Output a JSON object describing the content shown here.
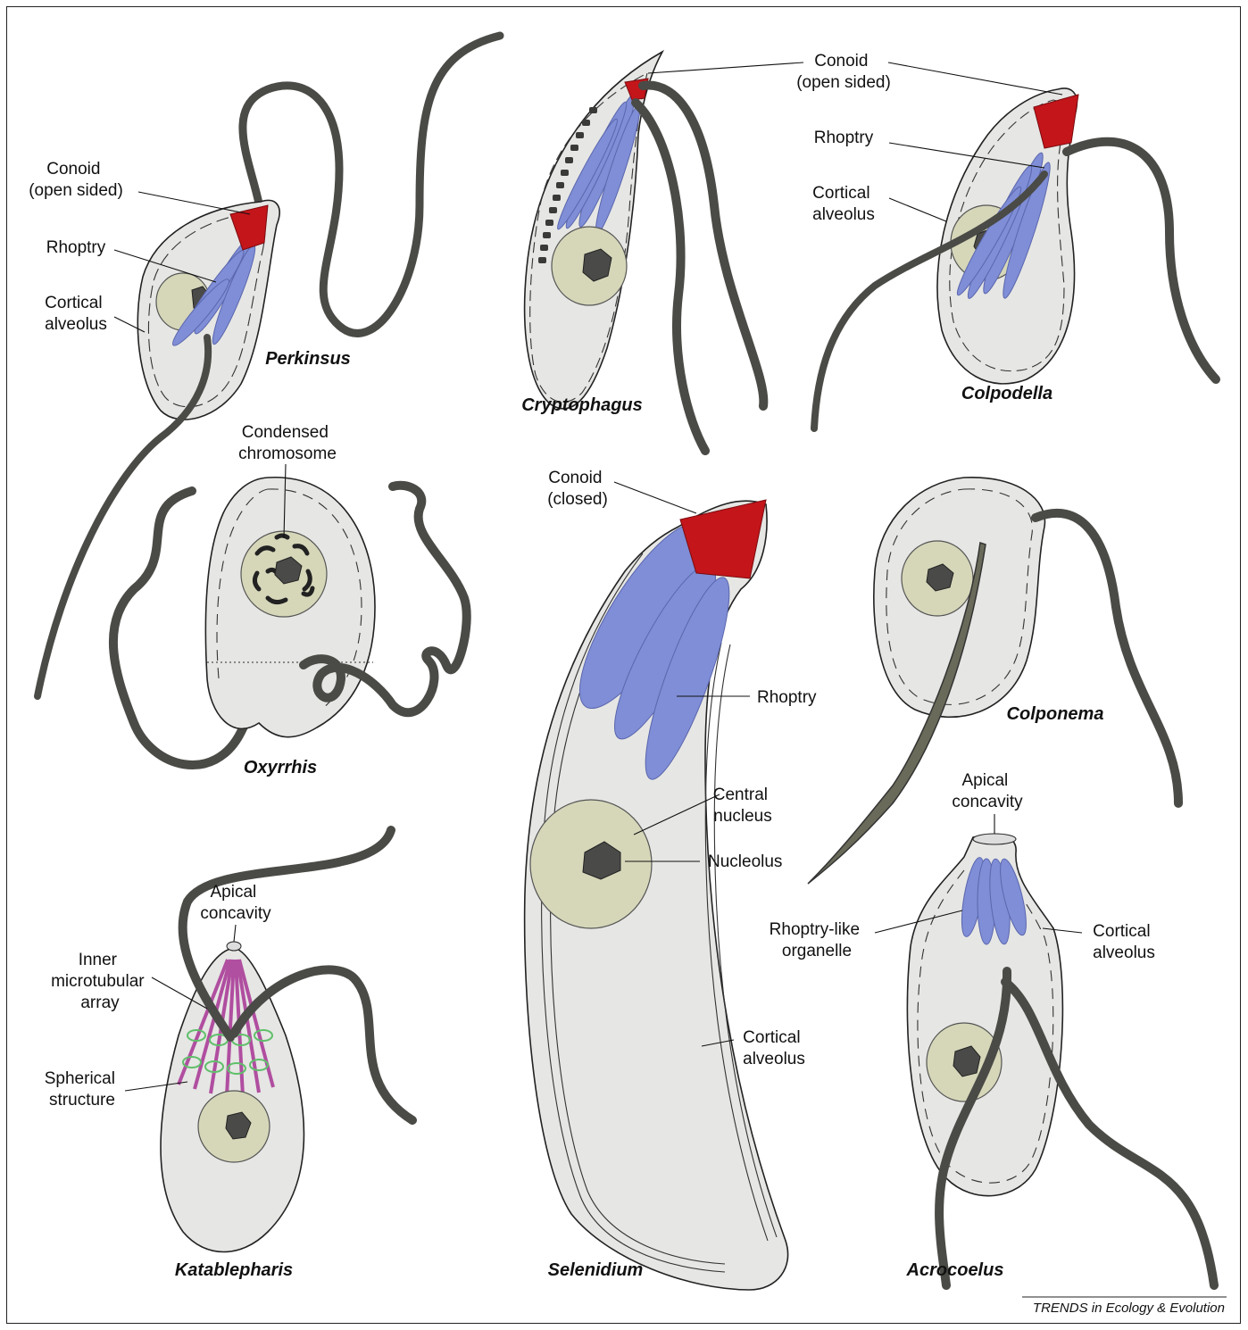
{
  "figure": {
    "credit": "TRENDS in Ecology & Evolution"
  },
  "species": {
    "perkinsus": "Perkinsus",
    "cryptophagus": "Cryptophagus",
    "colpodella": "Colpodella",
    "oxyrrhis": "Oxyrrhis",
    "selenidium": "Selenidium",
    "colponema": "Colponema",
    "katablepharis": "Katablepharis",
    "acrocoelus": "Acrocoelus"
  },
  "labels": {
    "perkinsus_conoid": [
      "Conoid",
      "(open sided)"
    ],
    "perkinsus_rhoptry": [
      "Rhoptry"
    ],
    "perkinsus_alveolus": [
      "Cortical",
      "alveolus"
    ],
    "cryptophagus_conoid": [
      "Conoid",
      "(open sided)"
    ],
    "colpodella_rhoptry": [
      "Rhoptry"
    ],
    "colpodella_alveolus": [
      "Cortical",
      "alveolus"
    ],
    "oxyrrhis_chromosome": [
      "Condensed",
      "chromosome"
    ],
    "selenidium_conoid": [
      "Conoid",
      "(closed)"
    ],
    "selenidium_rhoptry": [
      "Rhoptry"
    ],
    "selenidium_nucleus": [
      "Central",
      "nucleus"
    ],
    "selenidium_nucleolus": [
      "Nucleolus"
    ],
    "selenidium_alveolus": [
      "Cortical",
      "alveolus"
    ],
    "katablepharis_apical": [
      "Apical",
      "concavity"
    ],
    "katablepharis_array": [
      "Inner",
      "microtubular",
      "array"
    ],
    "katablepharis_sphere": [
      "Spherical",
      "structure"
    ],
    "acrocoelus_apical": [
      "Apical",
      "concavity"
    ],
    "acrocoelus_rhoptry": [
      "Rhoptry-like",
      "organelle"
    ],
    "acrocoelus_alveolus": [
      "Cortical",
      "alveolus"
    ]
  }
}
